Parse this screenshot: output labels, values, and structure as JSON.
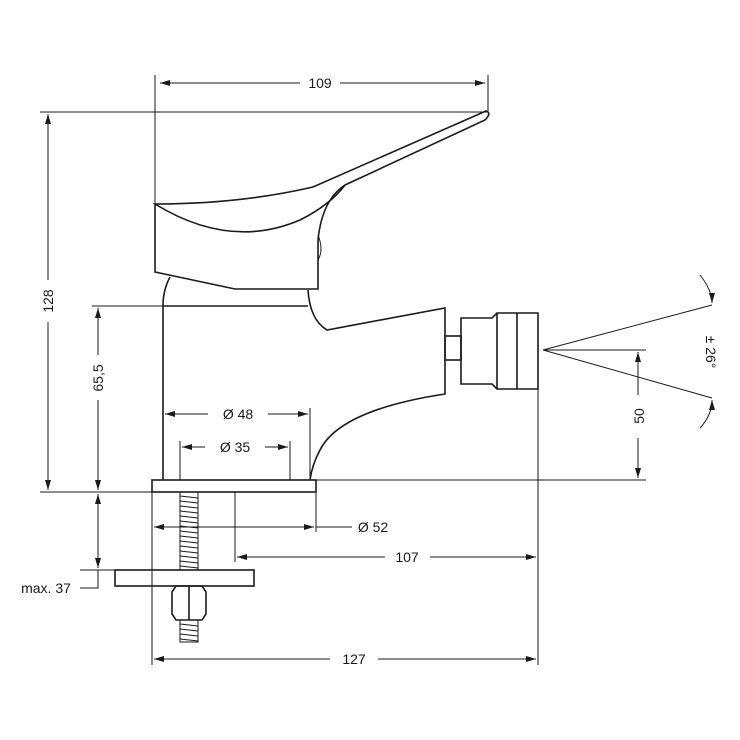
{
  "dimensions": {
    "width_total": "109",
    "height_total": "128",
    "height_spout": "65,5",
    "dia_48": "Ø 48",
    "dia_35": "Ø 35",
    "dia_52": "Ø 52",
    "reach": "107",
    "depth": "127",
    "spout_height": "50",
    "angle": "± 26°",
    "max_mount": "max. 37"
  }
}
